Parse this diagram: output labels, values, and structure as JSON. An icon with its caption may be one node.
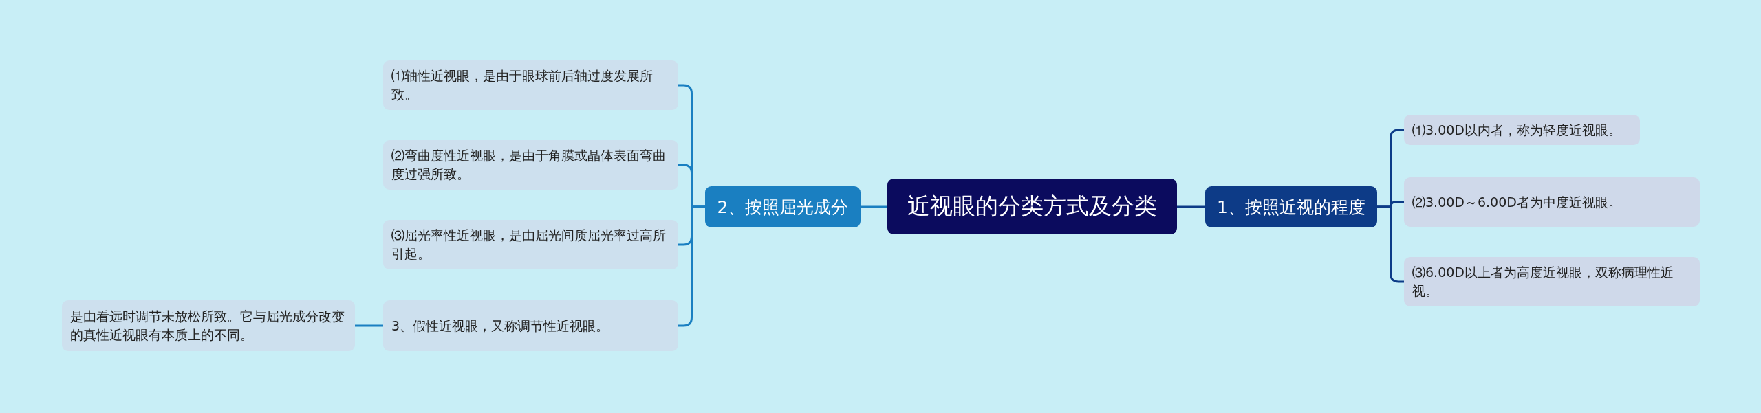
{
  "diagram": {
    "nodes": [
      {
        "text": [
          "近视眼的分类方式及分类"
        ]
      },
      {
        "text": [
          "1、按照近视的程度"
        ]
      },
      {
        "text": [
          "⑴3.00D以内者，称为轻度近视眼。"
        ]
      },
      {
        "text": [
          "⑵3.00D～6.00D者为中度近视眼。"
        ]
      },
      {
        "text": [
          "⑶6.00D以上者为高度近视眼，双称病理性近视。"
        ]
      },
      {
        "text": [
          "2、按照屈光成分"
        ]
      },
      {
        "text": [
          "⑴轴性近视眼，是由于眼球前后轴过度发展所致。"
        ]
      },
      {
        "text": [
          "⑵弯曲度性近视眼，是由于角膜或晶体表面弯曲度过强所致。"
        ]
      },
      {
        "text": [
          "⑶屈光率性近视眼，是由屈光间质屈光率过高所引起。"
        ]
      },
      {
        "text": [
          "3、假性近视眼，又称调节性近视眼。"
        ]
      },
      {
        "text": [
          "是由看远时调节未放松所致。它与屈光成分改变的真性近视眼有本质上的不同。"
        ]
      }
    ],
    "edges": [
      {
        "from": 0,
        "to": 1,
        "arrow": "none",
        "color": "#0d3b87"
      },
      {
        "from": 1,
        "to": 2,
        "arrow": "none",
        "color": "#0d3b87"
      },
      {
        "from": 1,
        "to": 3,
        "arrow": "none",
        "color": "#0d3b87"
      },
      {
        "from": 1,
        "to": 4,
        "arrow": "none",
        "color": "#0d3b87"
      },
      {
        "from": 0,
        "to": 5,
        "arrow": "none"
      },
      {
        "from": 5,
        "to": 6,
        "arrow": "none"
      },
      {
        "from": 5,
        "to": 7,
        "arrow": "none"
      },
      {
        "from": 5,
        "to": 8,
        "arrow": "none"
      },
      {
        "from": 5,
        "to": 9,
        "arrow": "none"
      },
      {
        "from": 9,
        "to": 10,
        "arrow": "none"
      }
    ]
  }
}
